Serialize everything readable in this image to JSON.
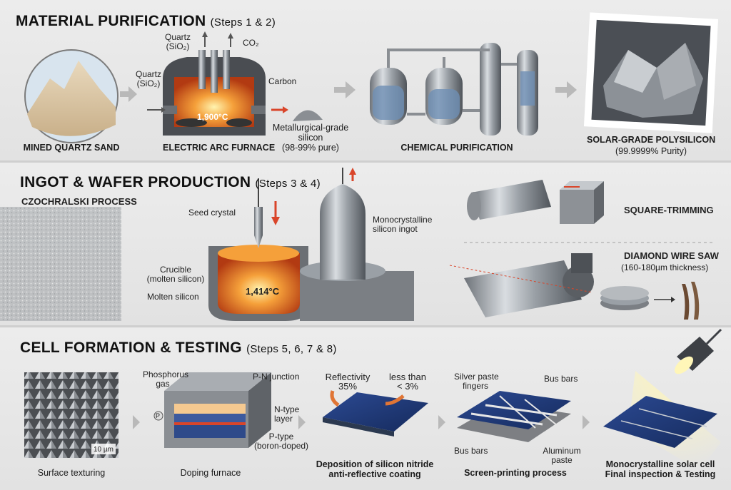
{
  "sections": {
    "purification": {
      "title": "MATERIAL PURIFICATION",
      "steps": "(Steps 1 & 2)",
      "sand_caption": "MINED QUARTZ SAND",
      "furnace_caption": "ELECTRIC ARC FURNACE",
      "quartz_top": "Quartz",
      "quartz_top_formula": "(SiO₂)",
      "quartz_left": "Quartz",
      "quartz_left_formula": "(SiO₂)",
      "co2": "CO₂",
      "carbon": "Carbon",
      "temp": "1,900°C",
      "mg_silicon_1": "Metallurgical-grade",
      "mg_silicon_2": "silicon",
      "mg_silicon_3": "(98-99% pure)",
      "chem_caption": "CHEMICAL PURIFICATION",
      "poly_caption": "SOLAR-GRADE POLYSILICON",
      "poly_purity": "(99.9999% Purity)"
    },
    "ingot": {
      "title": "INGOT & WAFER PRODUCTION",
      "steps": "(Steps 3 & 4)",
      "process": "CZOCHRALSKI PROCESS",
      "seed": "Seed crystal",
      "crucible_1": "Crucible",
      "crucible_2": "(molten silicon)",
      "molten": "Molten silicon",
      "temp": "1,414°C",
      "ingot_1": "Monocrystalline",
      "ingot_2": "silicon ingot",
      "square": "SQUARE-TRIMMING",
      "saw": "DIAMOND WIRE SAW",
      "thickness": "(160-180µm thickness)"
    },
    "cell": {
      "title": "CELL FORMATION & TESTING",
      "steps": "(Steps 5, 6, 7 & 8)",
      "texturing": "Surface texturing",
      "scale": "10 µm",
      "phosphorus_1": "Phosphorus",
      "phosphorus_2": "gas",
      "pn": "P-N junction",
      "ntype_1": "N-type",
      "ntype_2": "layer",
      "ptype_1": "P-type",
      "ptype_2": "(boron-doped)",
      "p_marker": "P",
      "doping": "Doping furnace",
      "refl_1": "Reflectivity",
      "refl_2": "35%",
      "less_1": "less than",
      "less_2": "< 3%",
      "arc_1": "Deposition of silicon nitride",
      "arc_2": "anti-reflective coating",
      "silver_1": "Silver paste",
      "silver_2": "fingers",
      "busbars_top": "Bus bars",
      "busbars_bottom": "Bus bars",
      "aluminum_1": "Aluminum",
      "aluminum_2": "paste",
      "screen": "Screen-printing process",
      "final_1": "Monocrystalline solar cell",
      "final_2": "Final inspection & Testing"
    }
  },
  "colors": {
    "arrow": "#b9b9b9",
    "red_arrow": "#d9452a",
    "molten": "#f08a2c",
    "cell_blue": "#1f3570"
  }
}
